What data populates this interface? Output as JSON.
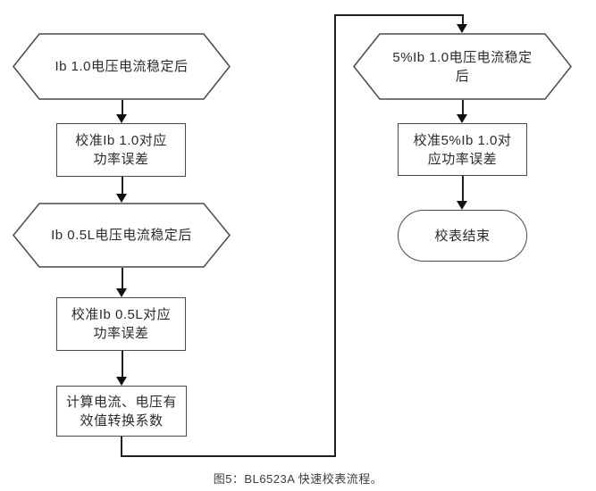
{
  "diagram": {
    "title_semantic": "BL6523A quick meter-calibration flowchart",
    "left_column": {
      "nodes": [
        {
          "type": "decision-hexagon",
          "label": "Ib 1.0电压电流稳定后"
        },
        {
          "type": "process",
          "label": "校准Ib 1.0对应\n功率误差"
        },
        {
          "type": "decision-hexagon",
          "label": "Ib 0.5L电压电流稳定后"
        },
        {
          "type": "process",
          "label": "校准Ib 0.5L对应\n功率误差"
        },
        {
          "type": "process",
          "label": "计算电流、电压有\n效值转换系数"
        }
      ]
    },
    "right_column": {
      "nodes": [
        {
          "type": "decision-hexagon",
          "label": "5%Ib 1.0电压电流稳定\n后"
        },
        {
          "type": "process",
          "label": "校准5%Ib 1.0对\n应功率误差"
        },
        {
          "type": "terminator",
          "label": "校表结束"
        }
      ]
    },
    "caption": "图5：BL6523A 快速校表流程。"
  },
  "colors": {
    "shape_border": "#4a4a4a",
    "connector_line": "#1f1f1f",
    "text": "#2b2b2b",
    "background": "#ffffff"
  }
}
